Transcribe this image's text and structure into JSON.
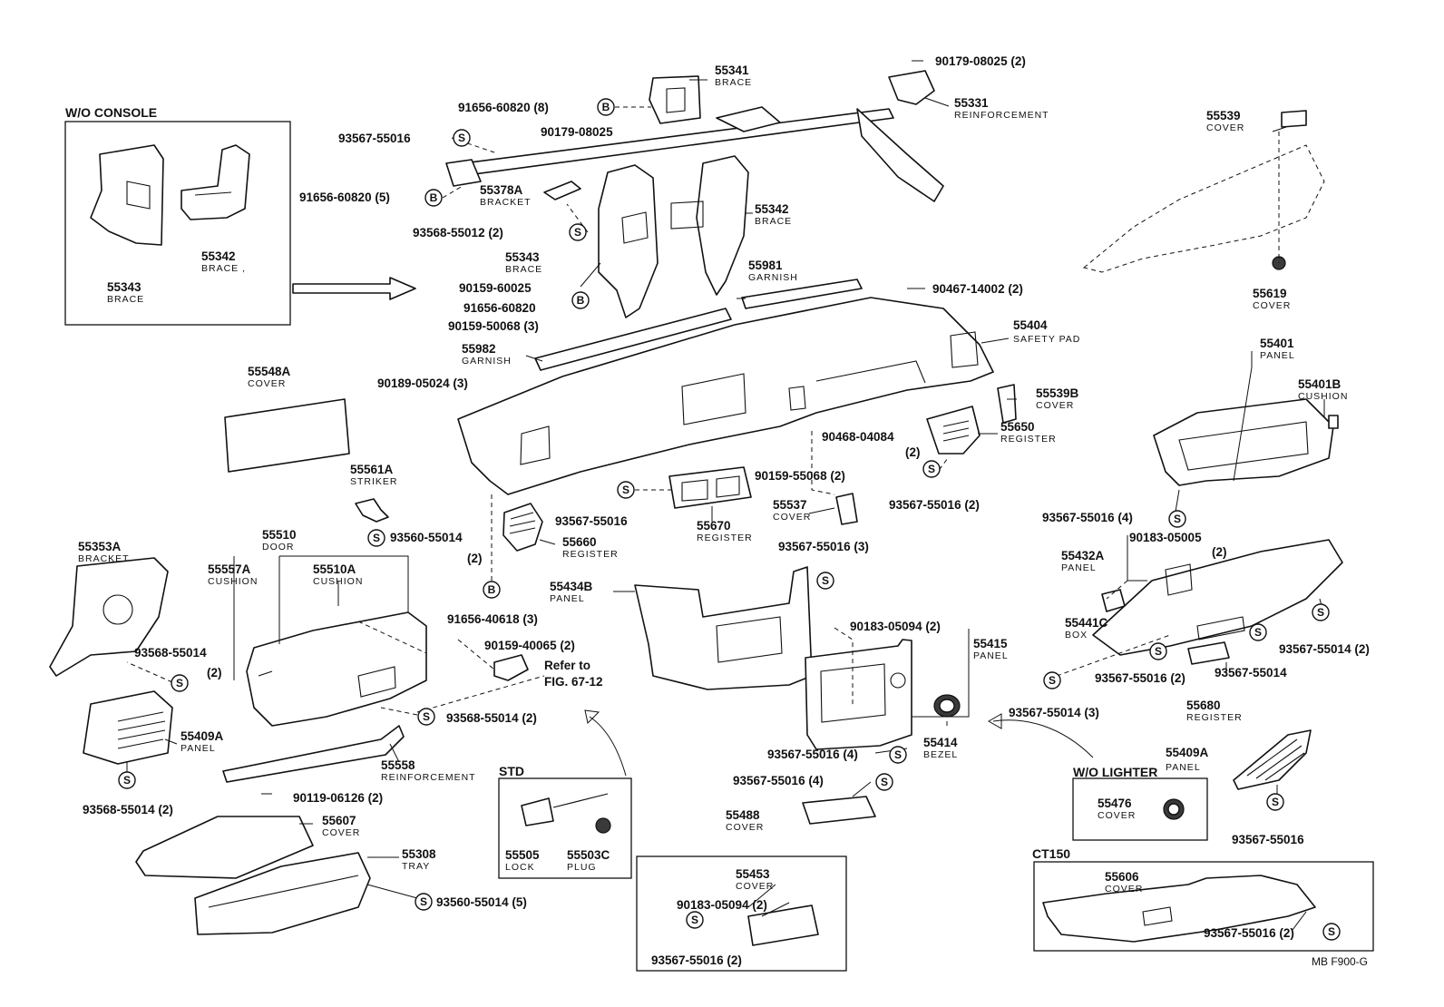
{
  "sections": {
    "wo_console": "W/O CONSOLE",
    "std": "STD",
    "wo_lighter": "W/O LIGHTER",
    "ct150": "CT150"
  },
  "callouts": [
    {
      "id": "c1",
      "num": "55341",
      "label": "BRACE"
    },
    {
      "id": "c2",
      "num": "90179-08025 (2)",
      "label": ""
    },
    {
      "id": "c3",
      "num": "55331",
      "label": "REINFORCEMENT"
    },
    {
      "id": "c4",
      "num": "91656-60820 (8)",
      "label": ""
    },
    {
      "id": "c5",
      "num": "93567-55016",
      "label": ""
    },
    {
      "id": "c6",
      "num": "90179-08025",
      "label": ""
    },
    {
      "id": "c7",
      "num": "91656-60820 (5)",
      "label": ""
    },
    {
      "id": "c8",
      "num": "55378A",
      "label": "BRACKET"
    },
    {
      "id": "c9",
      "num": "55342",
      "label": "BRACE"
    },
    {
      "id": "c10",
      "num": "93568-55012 (2)",
      "label": ""
    },
    {
      "id": "c11",
      "num": "55343",
      "label": "BRACE"
    },
    {
      "id": "c12",
      "num": "55981",
      "label": "GARNISH"
    },
    {
      "id": "c13",
      "num": "90159-60025",
      "label": ""
    },
    {
      "id": "c14",
      "num": "91656-60820",
      "label": ""
    },
    {
      "id": "c15",
      "num": "90467-14002 (2)",
      "label": ""
    },
    {
      "id": "c16",
      "num": "90159-50068 (3)",
      "label": ""
    },
    {
      "id": "c17",
      "num": "55404",
      "label": "SAFETY PAD"
    },
    {
      "id": "c18",
      "num": "55982",
      "label": "GARNISH"
    },
    {
      "id": "c19",
      "num": "90189-05024 (3)",
      "label": ""
    },
    {
      "id": "c20",
      "num": "55548A",
      "label": "COVER"
    },
    {
      "id": "c21",
      "num": "55539B",
      "label": "COVER"
    },
    {
      "id": "c22",
      "num": "90468-04084",
      "label": ""
    },
    {
      "id": "c22b",
      "num": "(2)",
      "label": ""
    },
    {
      "id": "c23",
      "num": "55650",
      "label": "REGISTER"
    },
    {
      "id": "c24",
      "num": "55561A",
      "label": "STRIKER"
    },
    {
      "id": "c25",
      "num": "90159-55068 (2)",
      "label": ""
    },
    {
      "id": "c26",
      "num": "93567-55016 (2)",
      "label": ""
    },
    {
      "id": "c27",
      "num": "93567-55016",
      "label": ""
    },
    {
      "id": "c28",
      "num": "55537",
      "label": "COVER"
    },
    {
      "id": "c29",
      "num": "55670",
      "label": "REGISTER"
    },
    {
      "id": "c30",
      "num": "93560-55014",
      "label": ""
    },
    {
      "id": "c30b",
      "num": "(2)",
      "label": ""
    },
    {
      "id": "c31",
      "num": "55660",
      "label": "REGISTER"
    },
    {
      "id": "c32",
      "num": "55510",
      "label": "DOOR"
    },
    {
      "id": "c33",
      "num": "55353A",
      "label": "BRACKET"
    },
    {
      "id": "c34",
      "num": "55557A",
      "label": "CUSHION"
    },
    {
      "id": "c35",
      "num": "55510A",
      "label": "CUSHION"
    },
    {
      "id": "c36",
      "num": "93567-55016 (3)",
      "label": ""
    },
    {
      "id": "c37",
      "num": "55434B",
      "label": "PANEL"
    },
    {
      "id": "c38",
      "num": "91656-40618 (3)",
      "label": ""
    },
    {
      "id": "c39",
      "num": "90159-40065 (2)",
      "label": ""
    },
    {
      "id": "c40",
      "num": "Refer to",
      "label": ""
    },
    {
      "id": "c40b",
      "num": "FIG. 67-12",
      "label": ""
    },
    {
      "id": "c41",
      "num": "93568-55014",
      "label": ""
    },
    {
      "id": "c41b",
      "num": "(2)",
      "label": ""
    },
    {
      "id": "c42",
      "num": "55409A",
      "label": "PANEL"
    },
    {
      "id": "c43",
      "num": "90183-05094 (2)",
      "label": ""
    },
    {
      "id": "c44",
      "num": "55415",
      "label": "PANEL"
    },
    {
      "id": "c45",
      "num": "93568-55014 (2)",
      "label": ""
    },
    {
      "id": "c46",
      "num": "55558",
      "label": "REINFORCEMENT"
    },
    {
      "id": "c47",
      "num": "90119-06126 (2)",
      "label": ""
    },
    {
      "id": "c48",
      "num": "93568-55014 (2)",
      "label": ""
    },
    {
      "id": "c49",
      "num": "55607",
      "label": "COVER"
    },
    {
      "id": "c50",
      "num": "55308",
      "label": "TRAY"
    },
    {
      "id": "c51",
      "num": "93560-55014 (5)",
      "label": ""
    },
    {
      "id": "c52",
      "num": "55505",
      "label": "LOCK"
    },
    {
      "id": "c53",
      "num": "55503C",
      "label": "PLUG"
    },
    {
      "id": "c54",
      "num": "93567-55016 (4)",
      "label": ""
    },
    {
      "id": "c55",
      "num": "55414",
      "label": "BEZEL"
    },
    {
      "id": "c56",
      "num": "93567-55016 (4)",
      "label": ""
    },
    {
      "id": "c57",
      "num": "55488",
      "label": "COVER"
    },
    {
      "id": "c58",
      "num": "55453",
      "label": "COVER"
    },
    {
      "id": "c59",
      "num": "90183-05094 (2)",
      "label": ""
    },
    {
      "id": "c60",
      "num": "93567-55016 (2)",
      "label": ""
    },
    {
      "id": "c61",
      "num": "55539",
      "label": "COVER"
    },
    {
      "id": "c62",
      "num": "55619",
      "label": "COVER"
    },
    {
      "id": "c63",
      "num": "55401",
      "label": "PANEL"
    },
    {
      "id": "c64",
      "num": "55401B",
      "label": "CUSHION"
    },
    {
      "id": "c65",
      "num": "93567-55016 (4)",
      "label": ""
    },
    {
      "id": "c66",
      "num": "90183-05005",
      "label": ""
    },
    {
      "id": "c66b",
      "num": "(2)",
      "label": ""
    },
    {
      "id": "c67",
      "num": "55432A",
      "label": "PANEL"
    },
    {
      "id": "c68",
      "num": "55441C",
      "label": "BOX"
    },
    {
      "id": "c69",
      "num": "93567-55014 (2)",
      "label": ""
    },
    {
      "id": "c70",
      "num": "93567-55016 (2)",
      "label": ""
    },
    {
      "id": "c71",
      "num": "93567-55014",
      "label": ""
    },
    {
      "id": "c72",
      "num": "93567-55014 (3)",
      "label": ""
    },
    {
      "id": "c73",
      "num": "55680",
      "label": "REGISTER"
    },
    {
      "id": "c74",
      "num": "55409A",
      "label": "PANEL"
    },
    {
      "id": "c75",
      "num": "55476",
      "label": "COVER"
    },
    {
      "id": "c76",
      "num": "93567-55016",
      "label": ""
    },
    {
      "id": "c77",
      "num": "55606",
      "label": "COVER"
    },
    {
      "id": "c78",
      "num": "93567-55016 (2)",
      "label": ""
    },
    {
      "id": "c79",
      "num": "55343",
      "label": "BRACE"
    },
    {
      "id": "c80",
      "num": "55342",
      "label": "BRACE ,"
    }
  ],
  "figure_code": "MB F900-G",
  "symbols": {
    "screw": "S",
    "bolt": "B"
  }
}
